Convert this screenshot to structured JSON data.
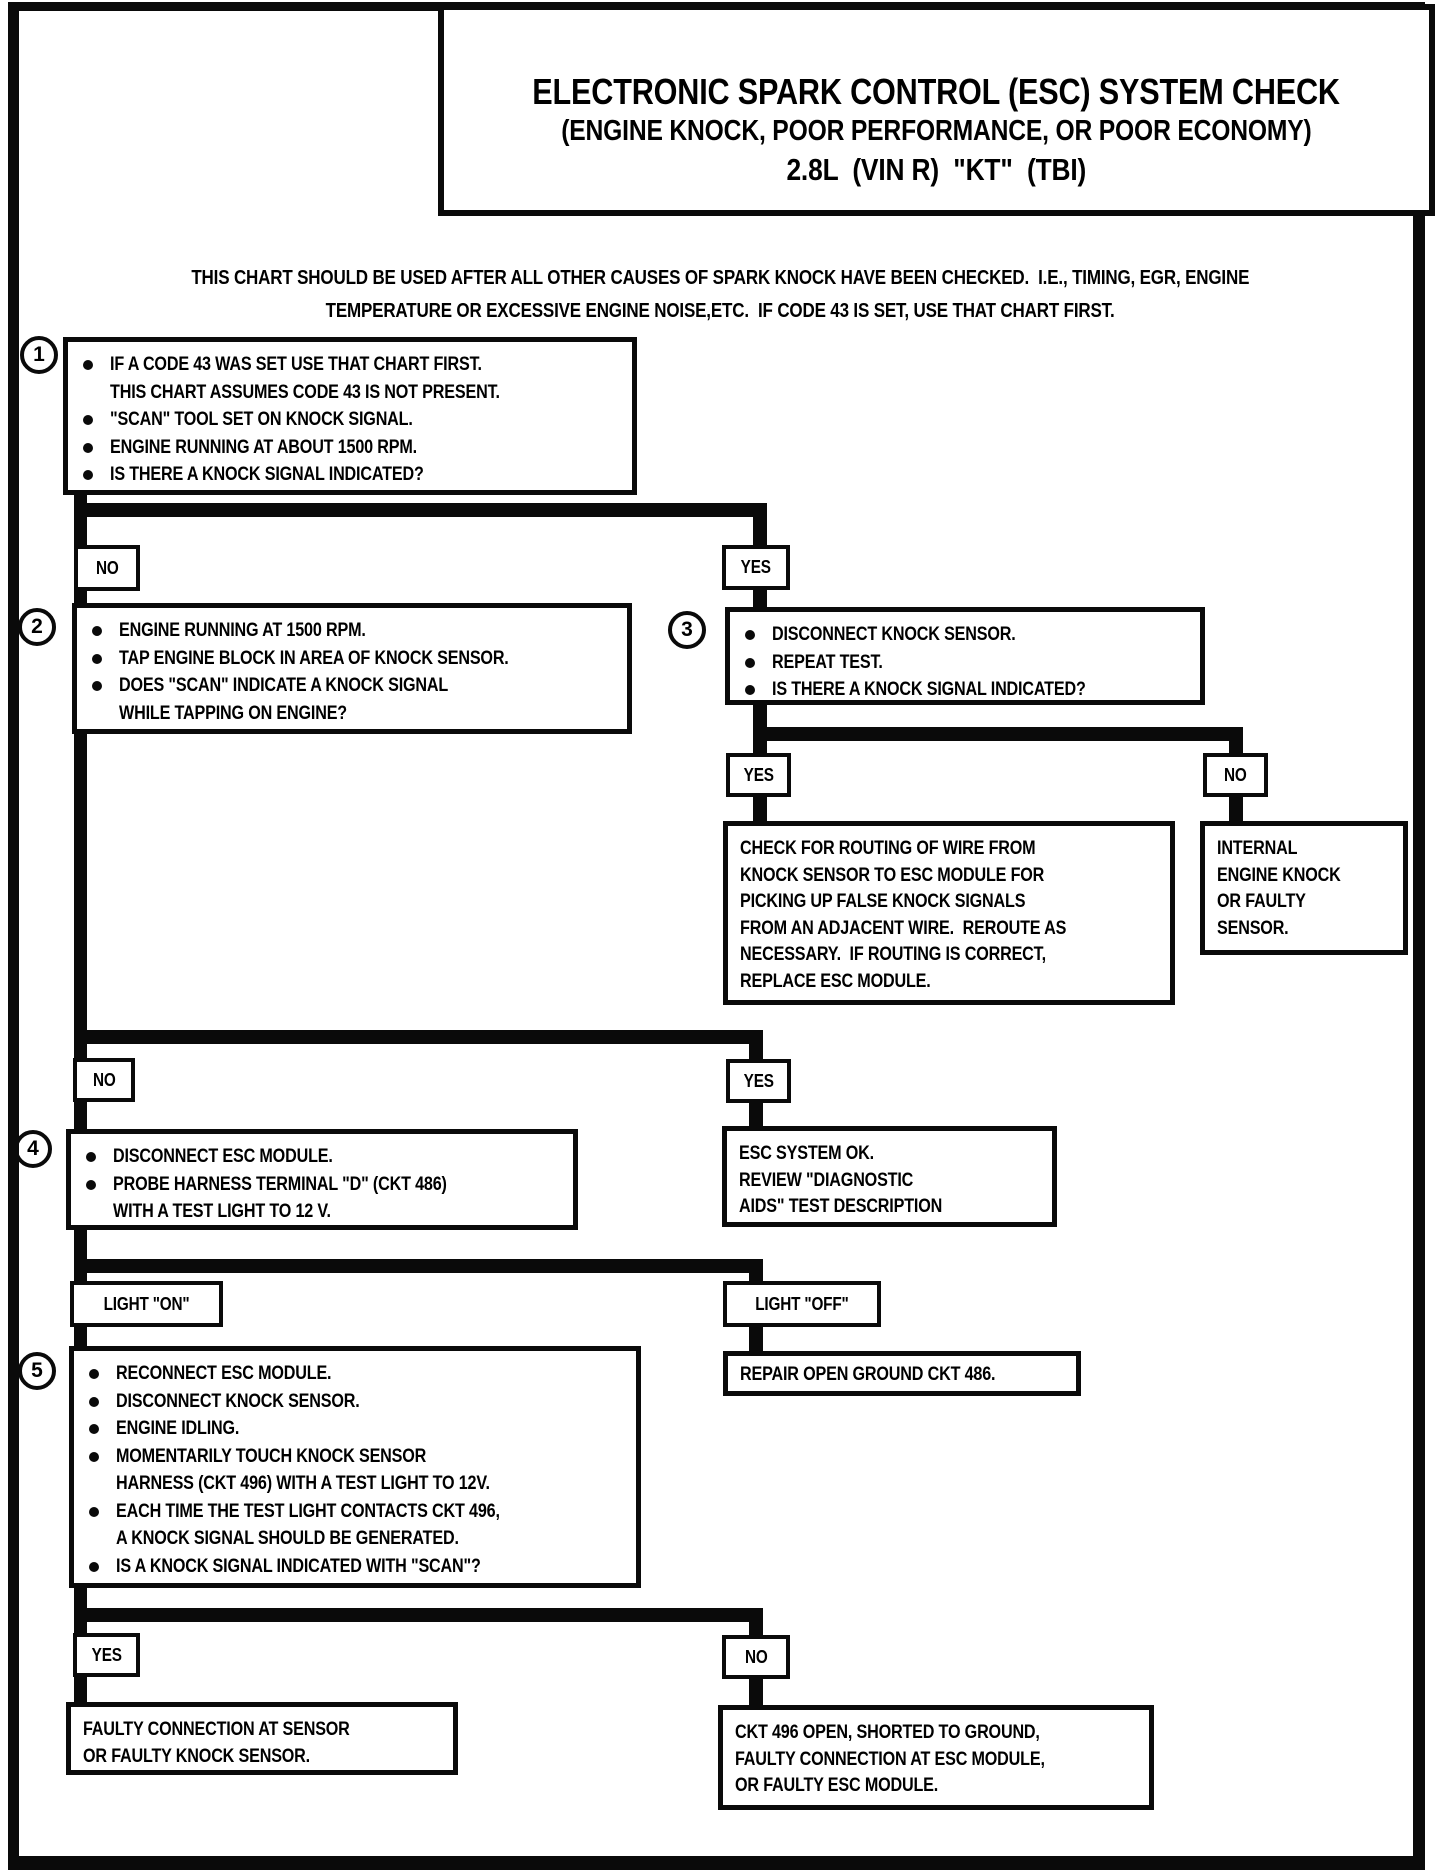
{
  "page": {
    "title_line1": "ELECTRONIC SPARK CONTROL (ESC) SYSTEM CHECK",
    "title_line2": "(ENGINE KNOCK, POOR PERFORMANCE, OR POOR ECONOMY)",
    "title_line3": "2.8L  (VIN R)  \"KT\"  (TBI)",
    "intro_line1": "THIS CHART SHOULD BE USED AFTER ALL OTHER CAUSES OF SPARK KNOCK HAVE BEEN CHECKED.  I.E., TIMING, EGR, ENGINE",
    "intro_line2": "TEMPERATURE OR EXCESSIVE ENGINE NOISE,ETC.  IF CODE 43 IS SET, USE THAT CHART FIRST."
  },
  "steps": {
    "s1": {
      "num": "1",
      "b1": "IF A CODE 43 WAS SET USE THAT CHART FIRST.\nTHIS CHART ASSUMES CODE 43 IS NOT PRESENT.",
      "b2": "\"SCAN\" TOOL SET ON KNOCK SIGNAL.",
      "b3": "ENGINE RUNNING AT ABOUT 1500 RPM.",
      "b4": "IS THERE A KNOCK SIGNAL INDICATED?"
    },
    "s2": {
      "num": "2",
      "b1": "ENGINE RUNNING AT 1500 RPM.",
      "b2": "TAP ENGINE BLOCK IN AREA OF KNOCK SENSOR.",
      "b3": "DOES \"SCAN\" INDICATE A KNOCK SIGNAL\nWHILE TAPPING ON ENGINE?"
    },
    "s3": {
      "num": "3",
      "b1": "DISCONNECT KNOCK SENSOR.",
      "b2": "REPEAT TEST.",
      "b3": "IS THERE A KNOCK SIGNAL INDICATED?"
    },
    "s4": {
      "num": "4",
      "b1": "DISCONNECT ESC MODULE.",
      "b2": "PROBE HARNESS TERMINAL \"D\" (CKT 486)\nWITH A TEST LIGHT TO 12 V."
    },
    "s5": {
      "num": "5",
      "b1": "RECONNECT ESC MODULE.",
      "b2": "DISCONNECT KNOCK SENSOR.",
      "b3": "ENGINE IDLING.",
      "b4": "MOMENTARILY TOUCH KNOCK SENSOR\nHARNESS (CKT 496) WITH A TEST LIGHT TO 12V.",
      "b5": "EACH TIME THE TEST LIGHT CONTACTS CKT 496,\nA KNOCK SIGNAL SHOULD BE GENERATED.",
      "b6": "IS A KNOCK SIGNAL INDICATED WITH \"SCAN\"?"
    }
  },
  "branches": {
    "l1_no": "NO",
    "l1_yes": "YES",
    "l2_yes": "YES",
    "l2_no": "NO",
    "l3_no": "NO",
    "l3_yes": "YES",
    "l4_on": "LIGHT \"ON\"",
    "l4_off": "LIGHT \"OFF\"",
    "l5_yes": "YES",
    "l5_no": "NO"
  },
  "results": {
    "check_routing": "CHECK FOR ROUTING OF WIRE FROM\nKNOCK SENSOR TO ESC MODULE FOR\nPICKING UP FALSE KNOCK SIGNALS\nFROM AN ADJACENT WIRE.  REROUTE AS\nNECESSARY.  IF ROUTING IS CORRECT,\nREPLACE ESC MODULE.",
    "internal_knock": "INTERNAL\nENGINE KNOCK\nOR FAULTY\nSENSOR.",
    "esc_ok": "ESC SYSTEM OK.\nREVIEW \"DIAGNOSTIC\nAIDS\" TEST DESCRIPTION",
    "repair_ground": "REPAIR OPEN GROUND CKT 486.",
    "faulty_sensor": "FAULTY CONNECTION AT SENSOR\nOR FAULTY KNOCK SENSOR.",
    "ckt496_open": "CKT 496 OPEN, SHORTED TO GROUND,\nFAULTY CONNECTION AT ESC MODULE,\nOR FAULTY ESC MODULE."
  }
}
